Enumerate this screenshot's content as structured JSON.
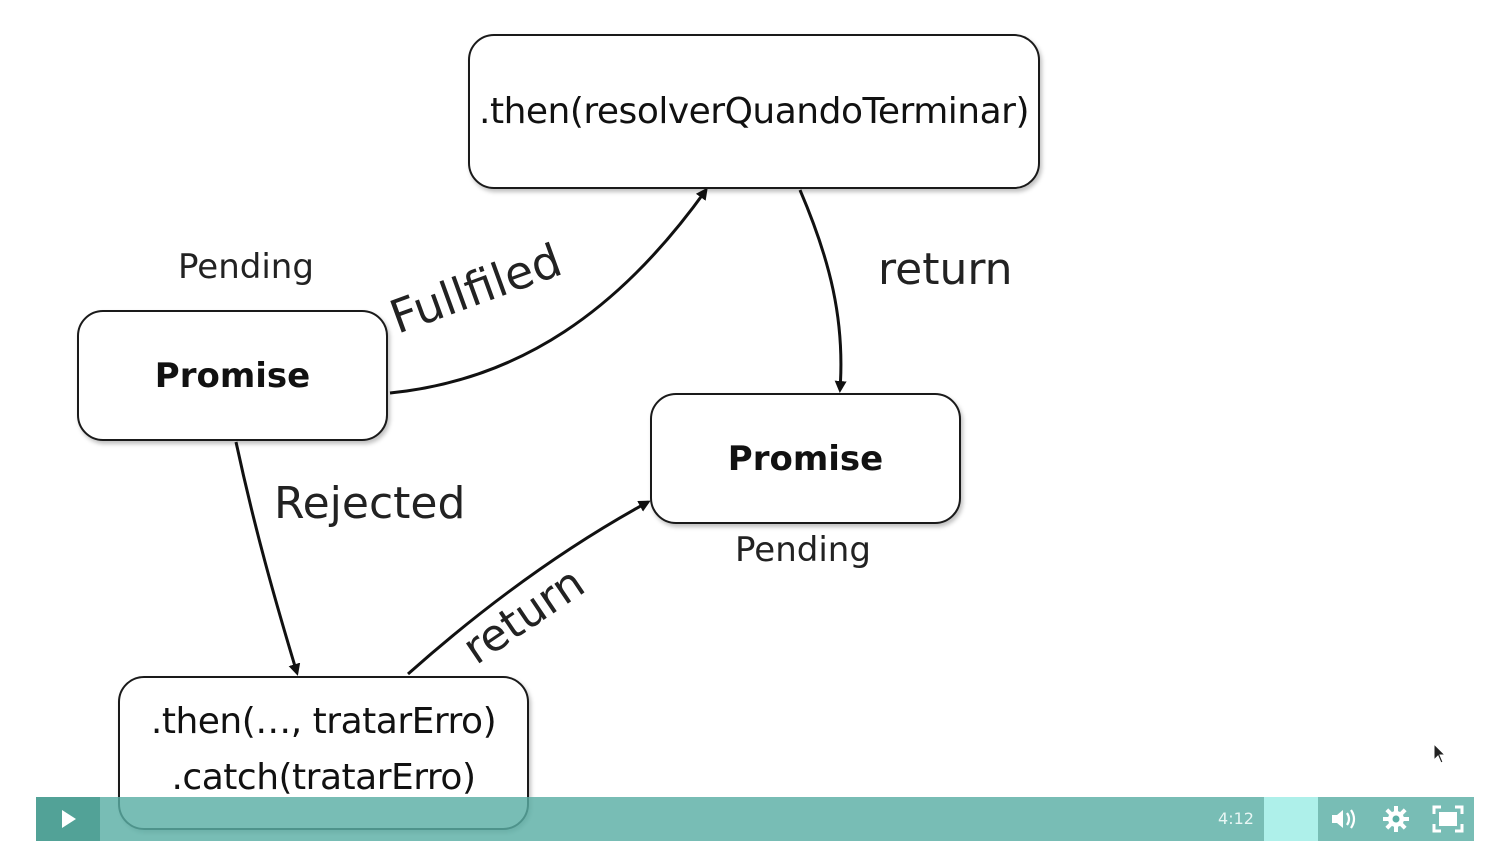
{
  "diagram": {
    "nodes": {
      "promise_left": "Promise",
      "then_resolver": ".then(resolverQuandoTerminar)",
      "promise_right": "Promise",
      "catch_line1": ".then(…, tratarErro)",
      "catch_line2": ".catch(tratarErro)"
    },
    "states": {
      "left_state": "Pending",
      "right_state": "Pending"
    },
    "edges": {
      "fulfilled": "Fullfiled",
      "rejected": "Rejected",
      "return_top": "return",
      "return_bottom": "return"
    }
  },
  "player": {
    "time": "4:12",
    "icons": {
      "play": "play-icon",
      "volume": "volume-icon",
      "settings": "gear-icon",
      "fullscreen": "fullscreen-icon",
      "cursor": "mouse-cursor-icon"
    },
    "colors": {
      "bar": "#5aafa5",
      "volume_fill": "#aef0ea"
    }
  }
}
